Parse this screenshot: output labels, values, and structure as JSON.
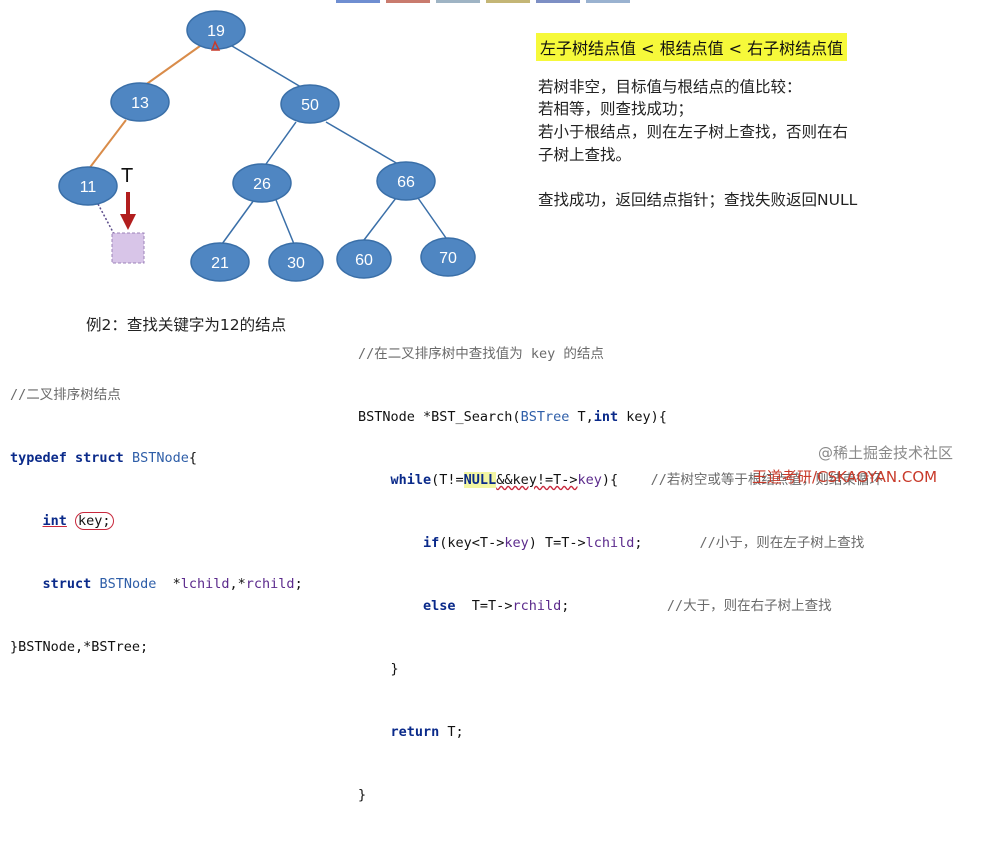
{
  "tree": {
    "nodes": [
      {
        "id": "n19",
        "label": "19"
      },
      {
        "id": "n13",
        "label": "13"
      },
      {
        "id": "n50",
        "label": "50"
      },
      {
        "id": "n11",
        "label": "11"
      },
      {
        "id": "n26",
        "label": "26"
      },
      {
        "id": "n66",
        "label": "66"
      },
      {
        "id": "n21",
        "label": "21"
      },
      {
        "id": "n30",
        "label": "30"
      },
      {
        "id": "n60",
        "label": "60"
      },
      {
        "id": "n70",
        "label": "70"
      }
    ],
    "pointer_label": "T"
  },
  "rule": "左子树结点值 < 根结点值 < 右子树结点值",
  "description": {
    "line1": "若树非空，目标值与根结点的值比较：",
    "line2": "若相等，则查找成功；",
    "line3": "若小于根结点，则在左子树上查找，否则在右",
    "line4": "子树上查找。",
    "line5": "查找成功，返回结点指针；查找失败返回NULL"
  },
  "example": "例2：查找关键字为12的结点",
  "code_left": {
    "comment": "//二叉排序树结点",
    "kw_typedef": "typedef",
    "kw_struct": "struct",
    "type_bstnode": "BSTNode",
    "brace_open": "{",
    "kw_int": "int",
    "field_key": "key;",
    "kw_struct2": "struct",
    "type_bstnode2": "BSTNode",
    "ptrs_pre": "  *",
    "lchild": "lchild",
    "comma_star": ",*",
    "rchild": "rchild",
    "semicolon": ";",
    "closing": "}BSTNode,*BSTree;"
  },
  "code_right": {
    "comment": "//在二叉排序树中查找值为 key 的结点",
    "sig_pre": "BSTNode *BST_Search(",
    "sig_type": "BSTree",
    "sig_mid": " T,",
    "sig_int": "int",
    "sig_post": " key){",
    "kw_while": "while",
    "w_a": "(T!=",
    "w_null": "NULL",
    "w_b": "&&key!=T->",
    "w_key": "key",
    "w_c": "){",
    "w_comment": "//若树空或等于根结点值，则结束循环",
    "kw_if": "if",
    "if_a": "(key<T->",
    "if_key": "key",
    "if_b": ") T=T->",
    "if_lchild": "lchild",
    "if_c": ";",
    "if_comment": "//小于，则在左子树上查找",
    "kw_else": "else",
    "else_a": "  T=T->",
    "else_rchild": "rchild",
    "else_b": ";",
    "else_comment": "//大于，则在右子树上查找",
    "close_inner": "}",
    "kw_return": "return",
    "ret_rest": " T;",
    "close_outer": "}"
  },
  "watermarks": {
    "juejin": "@稀土掘金技术社区",
    "cskaoyan": "王道考研/CSKAOYAN.COM"
  },
  "colors": {
    "node_fill": "#4f86c2",
    "node_stroke": "#3a6fa8",
    "edge_blue": "#3a6fa8",
    "edge_orange": "#d98c4a",
    "pointer_arrow": "#b21e1e",
    "null_box": "#d8c5e8",
    "highlight": "#f6f93a"
  }
}
